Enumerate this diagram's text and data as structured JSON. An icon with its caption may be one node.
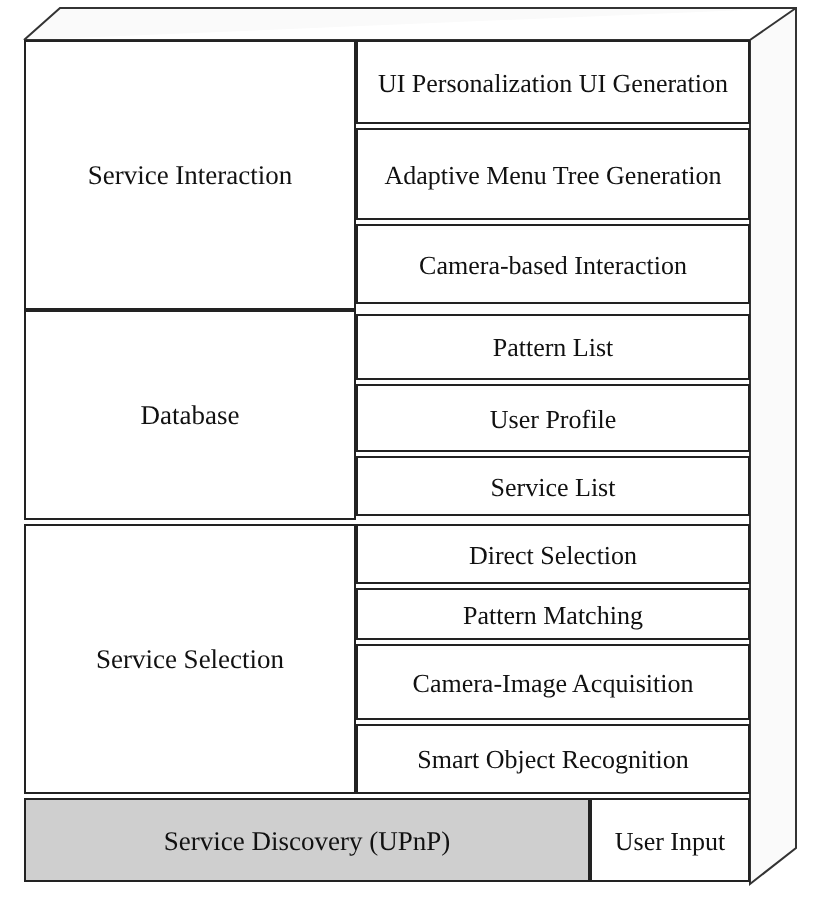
{
  "diagram": {
    "nodes": [
      {
        "text": [
          "Service Interaction"
        ]
      },
      {
        "text": [
          "UI Personalization UI Generation"
        ]
      },
      {
        "text": [
          "Adaptive Menu Tree Generation"
        ]
      },
      {
        "text": [
          "Camera-based Interaction"
        ]
      },
      {
        "text": [
          "Database"
        ]
      },
      {
        "text": [
          "Pattern List"
        ]
      },
      {
        "text": [
          "User Profile"
        ]
      },
      {
        "text": [
          "Service List"
        ]
      },
      {
        "text": [
          "Service Selection"
        ]
      },
      {
        "text": [
          "Direct Selection"
        ]
      },
      {
        "text": [
          "Pattern Matching"
        ]
      },
      {
        "text": [
          "Camera-Image Acquisition"
        ]
      },
      {
        "text": [
          "Smart Object Recognition"
        ]
      },
      {
        "text": [
          "Service Discovery (UPnP)"
        ]
      },
      {
        "text": [
          "User Input"
        ]
      }
    ]
  }
}
